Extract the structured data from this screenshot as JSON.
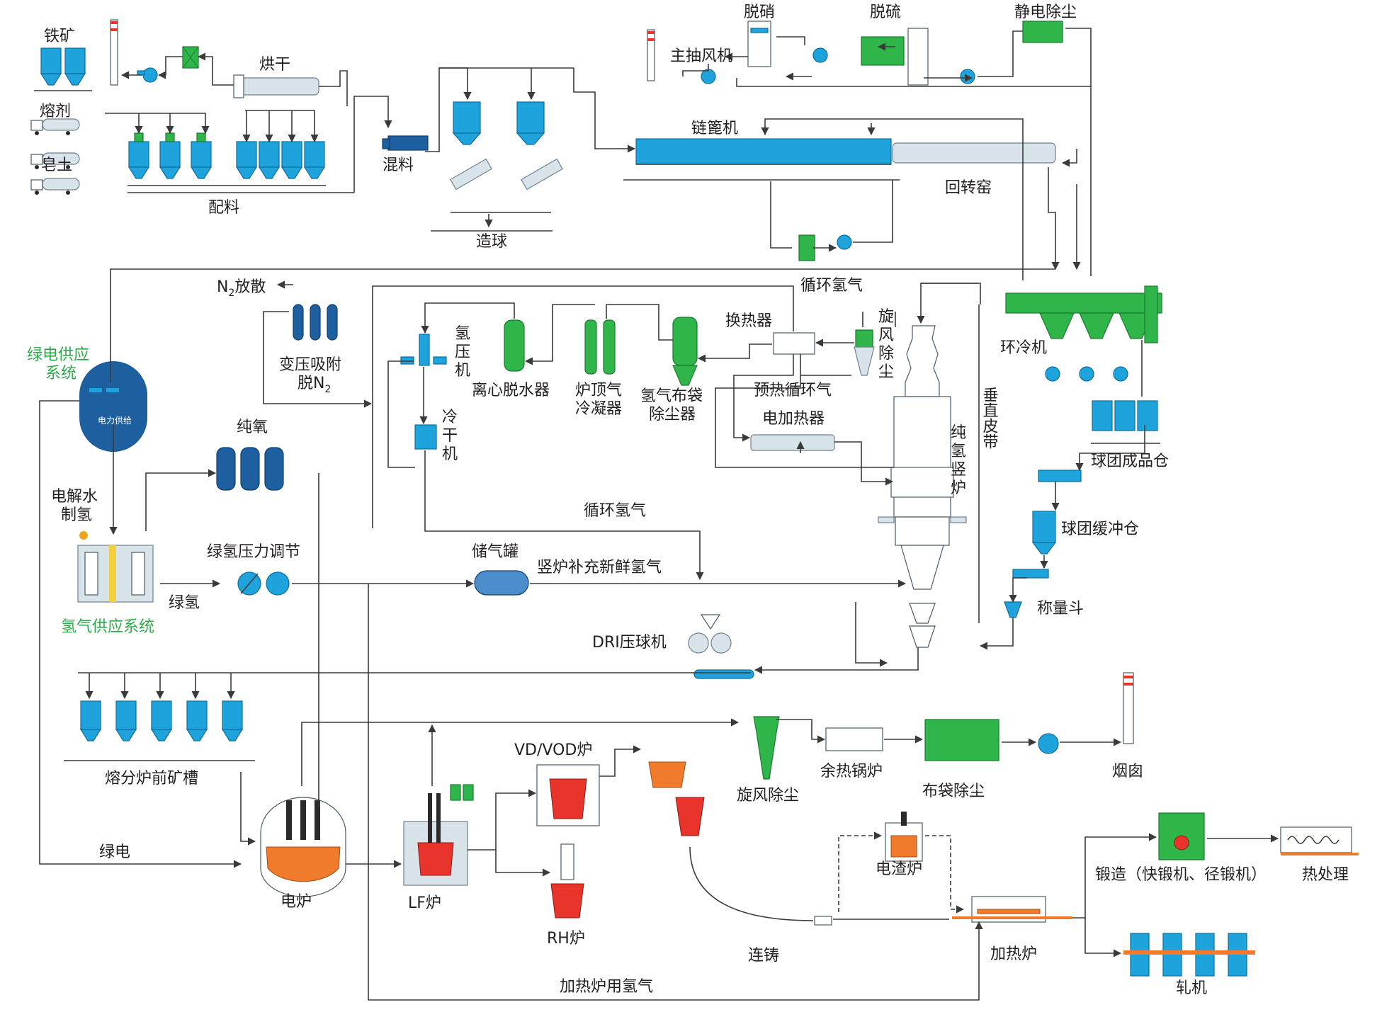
{
  "colors": {
    "equipment_blue": "#1fa3dc",
    "equipment_dark_blue": "#1d5f9f",
    "equipment_green": "#2fb54a",
    "label_green": "#2eaa4a",
    "molten_orange": "#f07b2c",
    "molten_red": "#e8342a"
  },
  "labels": {
    "iron_ore": "铁矿",
    "flux": "熔剂",
    "bentonite": "皂土",
    "drying": "烘干",
    "batching": "配料",
    "mixing": "混料",
    "pelletizing": "造球",
    "main_fan": "主抽风机",
    "denitration": "脱硝",
    "desulfurization": "脱硫",
    "esp": "静电除尘",
    "grate": "链篦机",
    "kiln": "回转窑",
    "ring_cooler": "环冷机",
    "vertical_belt": "垂直皮带",
    "pellet_bin": "球团成品仓",
    "pellet_buffer": "球团缓冲仓",
    "weigh_hopper": "称量斗",
    "n2_vent": "N",
    "n2_vent_sub": "2",
    "n2_vent_tail": "放散",
    "psa_line1": "变压吸附",
    "psa_line2": "脱N",
    "psa_sub": "2",
    "recycle_h2_top": "循环氢气",
    "heat_exchanger": "换热器",
    "cyclone_top_l1": "旋",
    "cyclone_top_l2": "风",
    "cyclone_top_l3": "除",
    "cyclone_top_l4": "尘",
    "h2_comp_l1": "氢",
    "h2_comp_l2": "压",
    "h2_comp_l3": "机",
    "centrifugal": "离心脱水器",
    "condenser_l1": "炉顶气",
    "condenser_l2": "冷凝器",
    "bag_h2_l1": "氢气布袋",
    "bag_h2_l2": "除尘器",
    "preheat_recycle": "预热循环气",
    "electric_heater": "电加热器",
    "dryer_l1": "冷",
    "dryer_l2": "干",
    "dryer_l3": "机",
    "shaft_l1": "纯",
    "shaft_l2": "氢",
    "shaft_l3": "竖",
    "shaft_l4": "炉",
    "green_power_supply_l1": "绿电供应",
    "green_power_supply_l2": "系统",
    "power_badge": "电力供给",
    "electrolysis_l1": "电解水",
    "electrolysis_l2": "制氢",
    "pure_oxygen": "纯氧",
    "recycle_h2_mid": "循环氢气",
    "pressure_reg": "绿氢压力调节",
    "storage_tank": "储气罐",
    "fresh_h2": "竖炉补充新鲜氢气",
    "green_h2": "绿氢",
    "h2_supply_system": "氢气供应系统",
    "dri_press": "DRI压球机",
    "smelter_bins": "熔分炉前矿槽",
    "green_power": "绿电",
    "eaf": "电炉",
    "lf": "LF炉",
    "vd": "VD/VOD炉",
    "rh": "RH炉",
    "caster": "连铸",
    "cyclone_dust": "旋风除尘",
    "waste_heat_boiler": "余热锅炉",
    "bag_dust": "布袋除尘",
    "chimney": "烟囱",
    "esr": "电渣炉",
    "reheat_furnace": "加热炉",
    "forging": "锻造（快锻机、径锻机）",
    "heat_treatment": "热处理",
    "rolling_mill": "轧机",
    "reheat_h2": "加热炉用氢气"
  }
}
